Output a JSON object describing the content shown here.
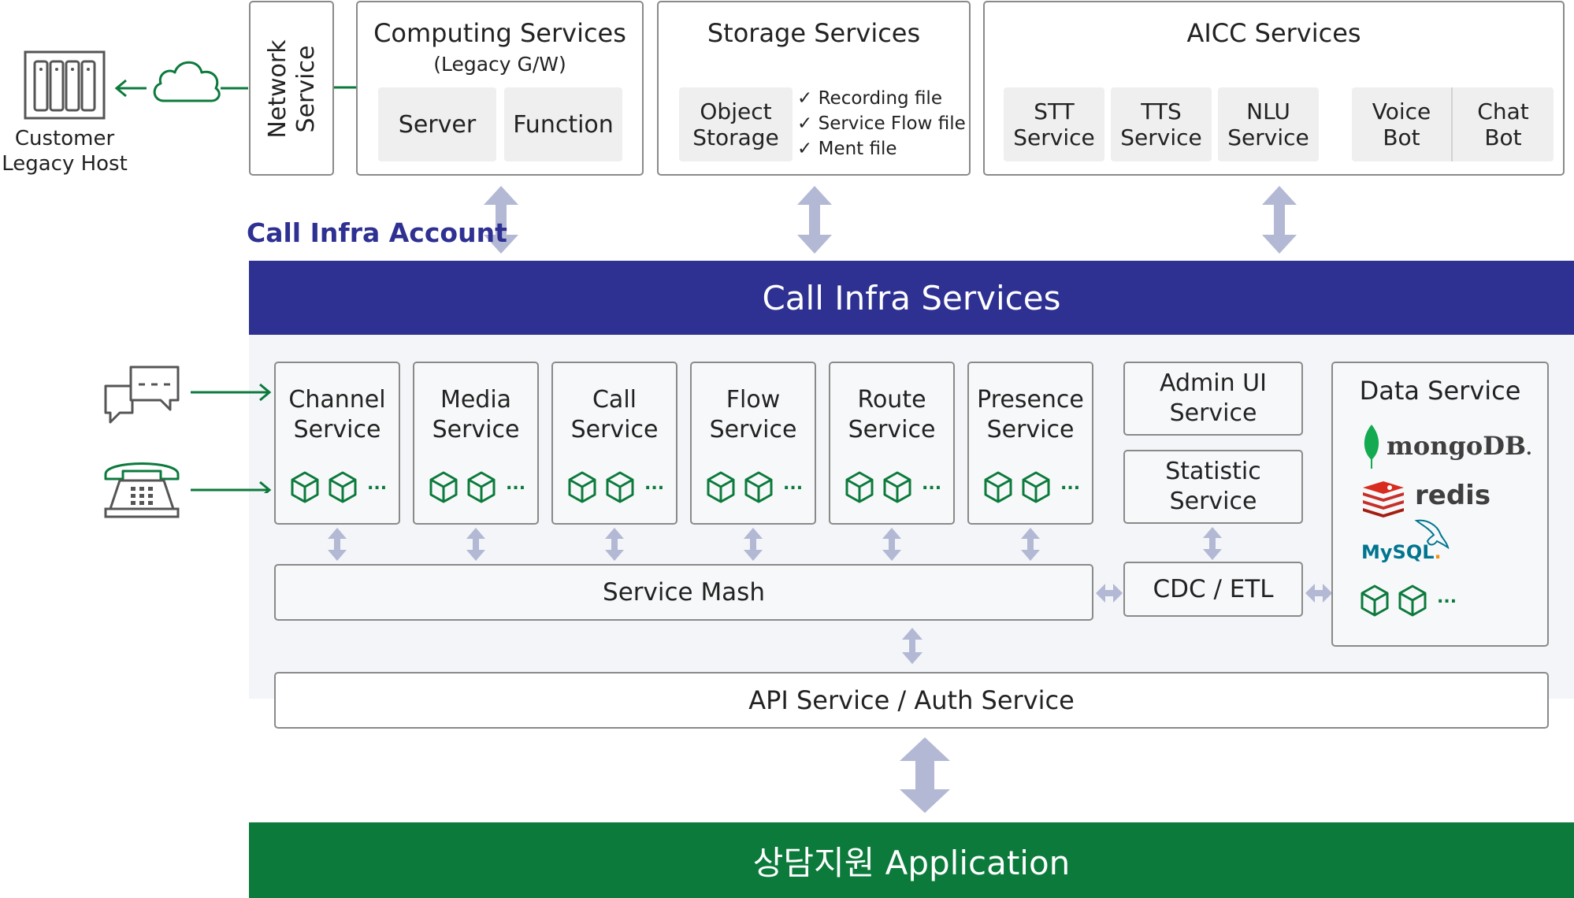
{
  "customer": {
    "label_line1": "Customer",
    "label_line2": "Legacy Host",
    "icon": "server-rack-icon",
    "cloud_icon": "cloud-icon"
  },
  "network": {
    "label_line1": "Network",
    "label_line2": "Service"
  },
  "computing": {
    "title": "Computing Services",
    "subtitle": "(Legacy G/W)",
    "items": [
      "Server",
      "Function"
    ]
  },
  "storage": {
    "title": "Storage Services",
    "object_line1": "Object",
    "object_line2": "Storage",
    "files": [
      "Recording file",
      "Service Flow file",
      "Ment file"
    ]
  },
  "aicc": {
    "title": "AICC Services",
    "items": [
      {
        "l1": "STT",
        "l2": "Service"
      },
      {
        "l1": "TTS",
        "l2": "Service"
      },
      {
        "l1": "NLU",
        "l2": "Service"
      }
    ],
    "bots": [
      {
        "l1": "Voice",
        "l2": "Bot"
      },
      {
        "l1": "Chat",
        "l2": "Bot"
      }
    ]
  },
  "account_label": "Call Infra Account",
  "banner": "Call Infra Services",
  "channels": {
    "chat_icon": "chat-bubbles-icon",
    "phone_icon": "telephone-icon"
  },
  "services": [
    {
      "l1": "Channel",
      "l2": "Service"
    },
    {
      "l1": "Media",
      "l2": "Service"
    },
    {
      "l1": "Call",
      "l2": "Service"
    },
    {
      "l1": "Flow",
      "l2": "Service"
    },
    {
      "l1": "Route",
      "l2": "Service"
    },
    {
      "l1": "Presence",
      "l2": "Service"
    }
  ],
  "ellipsis": "...",
  "admin": {
    "l1": "Admin UI",
    "l2": "Service"
  },
  "statistic": {
    "l1": "Statistic",
    "l2": "Service"
  },
  "cdc": "CDC / ETL",
  "mesh": "Service Mash",
  "data": {
    "title": "Data Service",
    "mongo": "mongoDB",
    "mongo_mark": ".",
    "redis": "redis",
    "mysql": "MySQL",
    "mysql_mark": "."
  },
  "api": "API Service / Auth Service",
  "app": "상담지원 Application",
  "colors": {
    "navy": "#2e3192",
    "green": "#0b7a3b",
    "arrow": "#b3b8d4",
    "border": "#8a8a8a"
  }
}
